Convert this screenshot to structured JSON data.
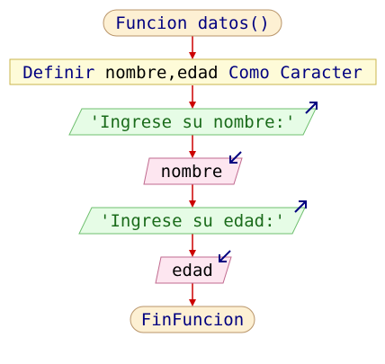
{
  "flowchart": {
    "start": {
      "text": "Funcion datos()"
    },
    "define": {
      "keyword1": "Definir",
      "vars": "nombre,edad",
      "keyword2": "Como",
      "type": "Caracter"
    },
    "output1": {
      "text": "'Ingrese su nombre:'"
    },
    "input1": {
      "text": "nombre"
    },
    "output2": {
      "text": "'Ingrese su edad:'"
    },
    "input2": {
      "text": "edad"
    },
    "end": {
      "text": "FinFuncion"
    }
  },
  "colors": {
    "terminal_fill": "#fdf0d3",
    "terminal_stroke": "#b9956a",
    "define_fill": "#fefbd8",
    "define_stroke": "#c9b64e",
    "output_fill": "#e6fce6",
    "output_stroke": "#6fbf6f",
    "output_text": "#1a6b1a",
    "input_fill": "#fde6f0",
    "input_stroke": "#c06a8f",
    "arrow": "#cc0000",
    "keyword": "#000080",
    "plain_text": "#000000",
    "io_arrow": "#000080"
  }
}
